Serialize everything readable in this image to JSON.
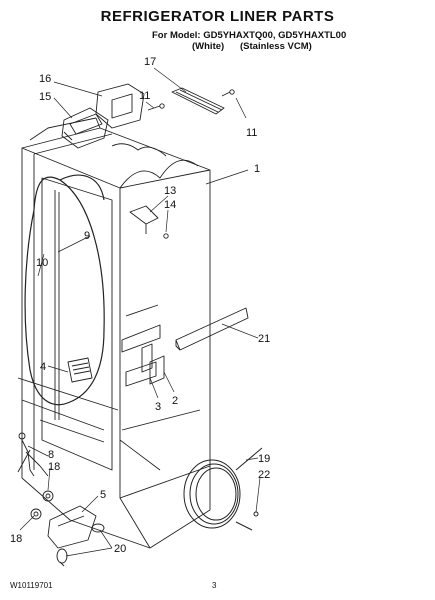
{
  "header": {
    "title": "REFRIGERATOR LINER PARTS",
    "model_line": "For Model: GD5YHAXTQ00, GD5YHAXTL00",
    "variant_white": "(White)",
    "variant_stainless": "(Stainless VCM)"
  },
  "footer": {
    "doc_number": "W10119701",
    "page_number": "3"
  },
  "callouts": [
    {
      "id": "c17a",
      "label": "17"
    },
    {
      "id": "c16",
      "label": "16"
    },
    {
      "id": "c15",
      "label": "15"
    },
    {
      "id": "c11a",
      "label": "11"
    },
    {
      "id": "c11b",
      "label": "11"
    },
    {
      "id": "c1",
      "label": "1"
    },
    {
      "id": "c13",
      "label": "13"
    },
    {
      "id": "c14",
      "label": "14"
    },
    {
      "id": "c9",
      "label": "9"
    },
    {
      "id": "c10",
      "label": "10"
    },
    {
      "id": "c21",
      "label": "21"
    },
    {
      "id": "c4",
      "label": "4"
    },
    {
      "id": "c3",
      "label": "3"
    },
    {
      "id": "c2",
      "label": "2"
    },
    {
      "id": "c8",
      "label": "8"
    },
    {
      "id": "c18a",
      "label": "18"
    },
    {
      "id": "c19",
      "label": "19"
    },
    {
      "id": "c22",
      "label": "22"
    },
    {
      "id": "c5",
      "label": "5"
    },
    {
      "id": "c18b",
      "label": "18"
    },
    {
      "id": "c20",
      "label": "20"
    }
  ]
}
